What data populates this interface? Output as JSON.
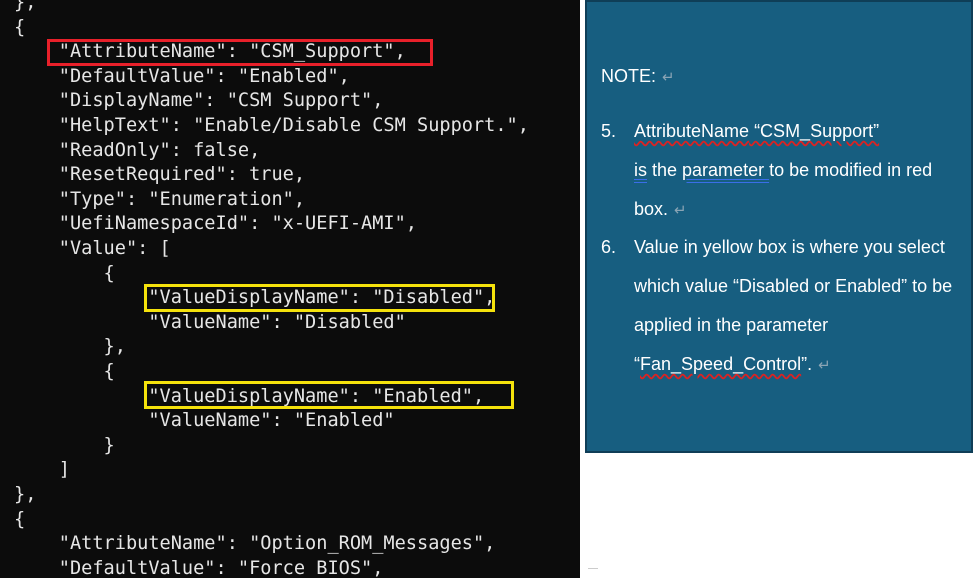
{
  "terminal": {
    "lines": [
      "},",
      "{",
      "    \"AttributeName\": \"CSM_Support\",",
      "    \"DefaultValue\": \"Enabled\",",
      "    \"DisplayName\": \"CSM Support\",",
      "    \"HelpText\": \"Enable/Disable CSM Support.\",",
      "    \"ReadOnly\": false,",
      "    \"ResetRequired\": true,",
      "    \"Type\": \"Enumeration\",",
      "    \"UefiNamespaceId\": \"x-UEFI-AMI\",",
      "    \"Value\": [",
      "        {",
      "            \"ValueDisplayName\": \"Disabled\",",
      "            \"ValueName\": \"Disabled\"",
      "        },",
      "        {",
      "            \"ValueDisplayName\": \"Enabled\",",
      "            \"ValueName\": \"Enabled\"",
      "        }",
      "    ]",
      "},",
      "{",
      "    \"AttributeName\": \"Option_ROM_Messages\",",
      "    \"DefaultValue\": \"Force BIOS\","
    ]
  },
  "note": {
    "title": "NOTE:",
    "pilcrow": "↵",
    "items": [
      {
        "number": "5.",
        "p1": "AttributeName",
        "p2": " “CSM_Support”",
        "p3": "is",
        "p4": " the ",
        "p5": "parameter ",
        "p6": "   to be modified in red box."
      },
      {
        "number": "6.",
        "p1": "Value in yellow box is where you select which value “Disabled or Enabled” to be applied in the parameter “",
        "p2": "Fan_Speed_Control",
        "p3": "”."
      }
    ]
  }
}
